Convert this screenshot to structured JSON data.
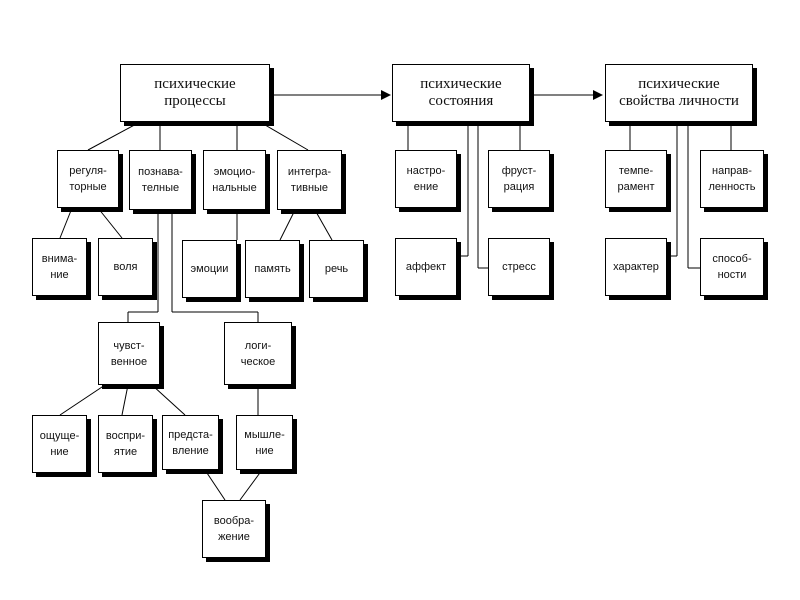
{
  "top": {
    "processes": "психические\nпроцессы",
    "states": "психические\nсостояния",
    "traits": "психические\nсвойства личности"
  },
  "processes": {
    "regulatory": "регуля-\nторные",
    "cognitive": "познава-\nтелные",
    "emotional": "эмоцио-\nнальные",
    "integrative": "интегра-\nтивные",
    "attention": "внима-\nние",
    "will": "воля",
    "emotions": "эмоции",
    "memory": "память",
    "speech": "речь",
    "sensory": "чувст-\nвенное",
    "logical": "логи-\nческое",
    "sensation": "ощуще-\nние",
    "perception": "воспри-\nятие",
    "representation": "предста-\nвление",
    "thinking": "мышле-\nние",
    "imagination": "вообра-\nжение"
  },
  "states": {
    "mood": "настро-\nение",
    "frustration": "фруст-\nрация",
    "affect": "аффект",
    "stress": "стресс"
  },
  "traits": {
    "temperament": "темпе-\nрамент",
    "orientation": "направ-\nленность",
    "character": "характер",
    "abilities": "способ-\nности"
  }
}
